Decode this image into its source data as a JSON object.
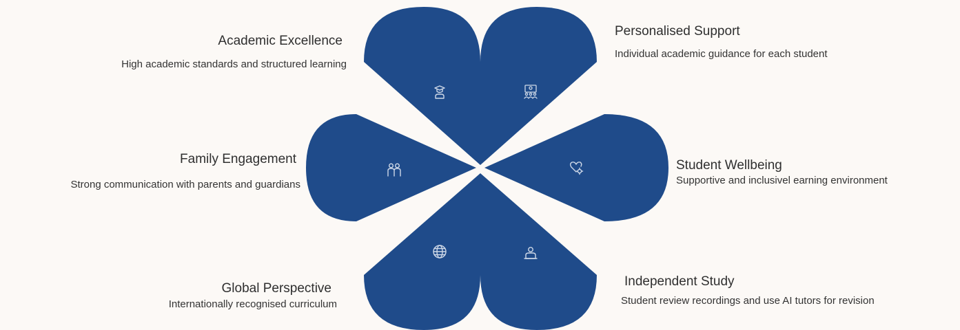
{
  "colors": {
    "petal": "#1f4b8a",
    "background": "#fcf9f6",
    "icon": "#cfd9e8"
  },
  "segments": [
    {
      "id": "academic-excellence",
      "title": "Academic Excellence",
      "description": "High academic standards and structured learning",
      "icon": "graduate-icon"
    },
    {
      "id": "personalised-support",
      "title": "Personalised Support",
      "description": "Individual academic guidance for each student",
      "icon": "mentor-group-icon"
    },
    {
      "id": "student-wellbeing",
      "title": "Student Wellbeing",
      "description": "Supportive and inclusivel earning environment",
      "icon": "heart-care-icon"
    },
    {
      "id": "independent-study",
      "title": "Independent Study",
      "description": "Student review recordings and use AI tutors for revision",
      "icon": "student-laptop-icon"
    },
    {
      "id": "global-perspective",
      "title": "Global Perspective",
      "description": "Internationally recognised curriculum",
      "icon": "globe-icon"
    },
    {
      "id": "family-engagement",
      "title": "Family Engagement",
      "description": "Strong communication with parents and guardians",
      "icon": "family-icon"
    }
  ]
}
